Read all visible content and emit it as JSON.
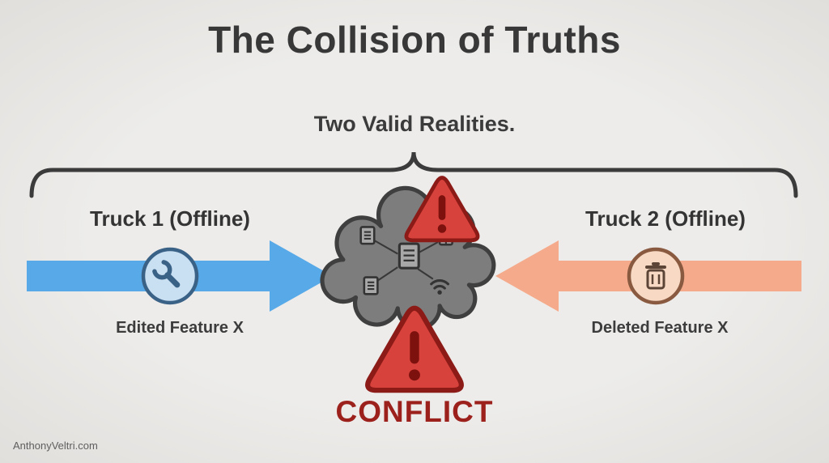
{
  "title": "The Collision of Truths",
  "subtitle": "Two Valid Realities.",
  "left_truck": {
    "label": "Truck 1 (Offline)",
    "caption": "Edited Feature X"
  },
  "right_truck": {
    "label": "Truck 2 (Offline)",
    "caption": "Deleted Feature X"
  },
  "center": {
    "conflict_label": "CONFLICT"
  },
  "footer": {
    "credit": "AnthonyVeltri.com"
  },
  "icons": {
    "left_badge": "wrench-icon",
    "right_badge": "trash-icon",
    "center": "cloud-icon",
    "cloud_contents": [
      "document-icon",
      "document-icon",
      "grid-icon",
      "document-icon",
      "wifi-icon"
    ],
    "warnings": [
      "warning-triangle-icon",
      "warning-triangle-icon"
    ]
  },
  "colors": {
    "background": "#eae8e5",
    "title_text": "#383838",
    "left_arrow_blue": "#57a9e8",
    "right_arrow_salmon": "#f5ab8b",
    "cloud_gray": "#7d7d7d",
    "warning_red": "#d8423c",
    "warning_border": "#8c1b17",
    "conflict_text": "#9c211d"
  }
}
